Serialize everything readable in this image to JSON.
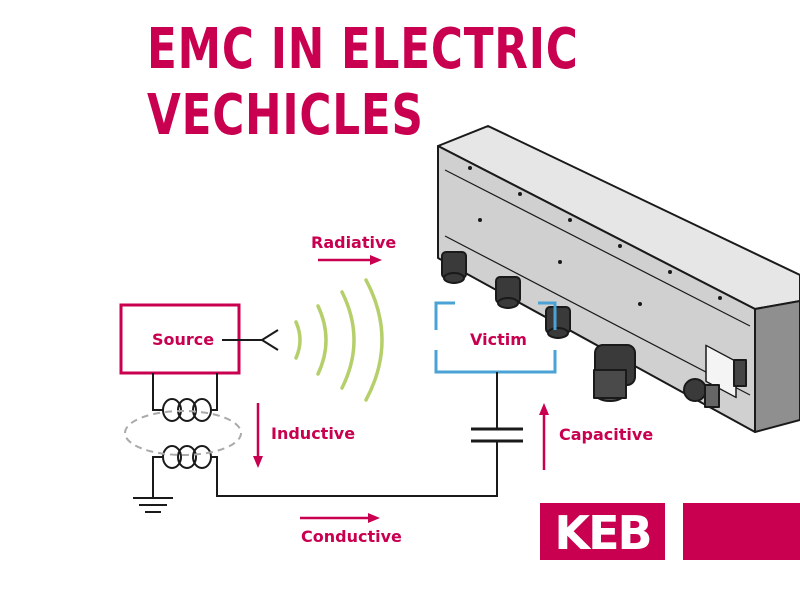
{
  "title": {
    "line1": "EMC IN ELECTRIC",
    "line2": "VECHICLES"
  },
  "labels": {
    "source": "Source",
    "victim": "Victim",
    "radiative": "Radiative",
    "inductive": "Inductive",
    "capacitive": "Capacitive",
    "conductive": "Conductive"
  },
  "logo": {
    "text": "KEB"
  },
  "colors": {
    "brand": "#c8004f",
    "victim_box": "#4aa3d4",
    "waves": "#b5cf6b",
    "wire": "#1a1a1a"
  }
}
